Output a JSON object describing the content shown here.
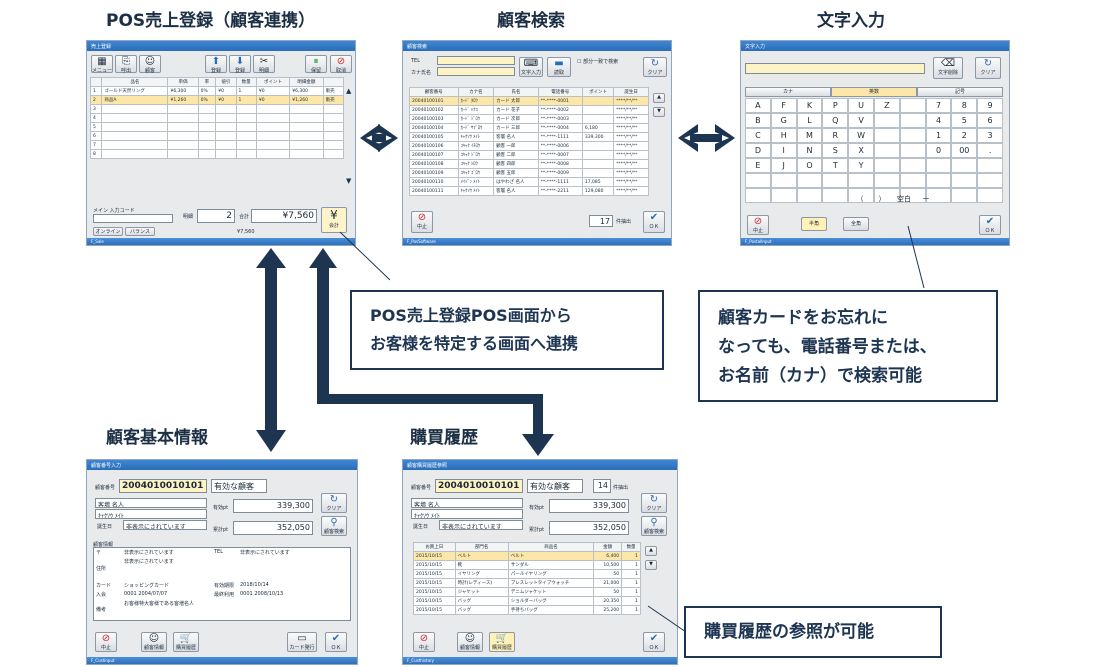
{
  "labels": {
    "pos_title": "POS売上登録（顧客連携）",
    "search_title": "顧客検索",
    "input_title": "文字入力",
    "basic_title": "顧客基本情報",
    "history_title": "購買履歴"
  },
  "callouts": {
    "pos": [
      "POS売上登録POS画面から",
      "お客様を特定する画面へ連携"
    ],
    "search": [
      "顧客カードをお忘れに",
      "なっても、電話番号または、",
      "お名前（カナ）で検索可能"
    ],
    "history": [
      "購買履歴の参照が可能"
    ]
  },
  "pos": {
    "title": "売上登録",
    "toolbar": [
      "メニュー",
      "呼出",
      "顧客",
      "登録",
      "登録",
      "明細",
      "保留",
      "取消"
    ],
    "headers": [
      "",
      "品名",
      "単価",
      "率",
      "値引",
      "数量",
      "ポイント",
      "明細金額",
      ""
    ],
    "rows": [
      {
        "no": "1",
        "name": "ゴールド天然リング",
        "price": "¥6,300",
        "rate": "0%",
        "disc": "¥0",
        "qty": "1",
        "pt": "¥0",
        "amount": "¥6,300",
        "flag": "販売"
      },
      {
        "no": "2",
        "name": "商品A",
        "price": "¥1,260",
        "rate": "0%",
        "disc": "¥0",
        "qty": "1",
        "pt": "¥0",
        "amount": "¥1,260",
        "flag": "販売"
      },
      {
        "no": "3"
      },
      {
        "no": "4"
      },
      {
        "no": "5"
      },
      {
        "no": "6"
      },
      {
        "no": "7"
      },
      {
        "no": "8"
      }
    ],
    "code_label": "メイン 入力コード",
    "count_label": "明細",
    "count": "2",
    "total_label": "合計",
    "total": "¥7,560",
    "checkout": "会計",
    "mode_online": "オンライン",
    "mode_balance": "バランス",
    "balance": "¥7,560",
    "status": "F_Sale"
  },
  "search": {
    "title": "顧客検索",
    "tel_label": "TEL",
    "kana_label": "カナ氏名",
    "btn_input": "文字入力",
    "btn_read": "読取",
    "check_label": "部分一致で検索",
    "btn_clear": "クリア",
    "headers": [
      "顧客番号",
      "カナ名",
      "氏名",
      "電話番号",
      "ポイント",
      "誕生日"
    ],
    "rows": [
      [
        "20040100101",
        "ｶｰﾄﾞ ﾀﾛｳ",
        "カード 太郎",
        "**-****-0001",
        "",
        "****/**/**"
      ],
      [
        "20040100102",
        "ｶｰﾄﾞ ﾊﾅｺ",
        "カード 花子",
        "**-****-0002",
        "",
        "****/**/**"
      ],
      [
        "20040100103",
        "ｶｰﾄﾞ ｼﾞﾛｳ",
        "カード 次郎",
        "**-****-0003",
        "",
        "****/**/**"
      ],
      [
        "20040100104",
        "ｶｰﾄﾞ ｻﾌﾞﾛｳ",
        "カード 三郎",
        "**-****-0004",
        "6,180",
        "****/**/**"
      ],
      [
        "20040100105",
        "ｷｬｸｿｳ ﾒｲﾄ",
        "客層 名人",
        "**-****-1111",
        "339,300",
        "****/**/**"
      ],
      [
        "20040100106",
        "ｺｷｬｸ ｲﾁﾛｳ",
        "顧客 一郎",
        "**-****-0006",
        "",
        "****/**/**"
      ],
      [
        "20040100107",
        "ｺｷｬｸ ｼﾞﾛｳ",
        "顧客 二郎",
        "**-****-0007",
        "",
        "****/**/**"
      ],
      [
        "20040100108",
        "ｺｷｬｸ ｼﾛｳ",
        "顧客 四郎",
        "**-****-0008",
        "",
        "****/**/**"
      ],
      [
        "20040100109",
        "ｺｷｬｸ ｺﾞﾛｳ",
        "顧客 五郎",
        "**-****-0009",
        "",
        "****/**/**"
      ],
      [
        "20040100110",
        "ﾒｲｼﾞﾝ ﾒｲﾄ",
        "はやわざ 名人",
        "**-****-1111",
        "17,085",
        "****/**/**"
      ],
      [
        "20040100111",
        "ｷｬｸｿｳ ﾒｲﾄ",
        "客層 名人",
        "**-****-2211",
        "129,080",
        "****/**/**"
      ]
    ],
    "count": "17",
    "count_label": "件抽出",
    "btn_cancel": "中止",
    "btn_ok": "ＯＫ",
    "status": "F_PosSoftware"
  },
  "input": {
    "title": "文字入力",
    "btn_delete": "文字削除",
    "btn_clear": "クリア",
    "tabs": [
      "カナ",
      "英数",
      "記号"
    ],
    "keys": [
      [
        "A",
        "F",
        "K",
        "P",
        "U",
        "Z",
        "",
        "7",
        "8",
        "9"
      ],
      [
        "B",
        "G",
        "L",
        "Q",
        "V",
        "",
        "",
        "4",
        "5",
        "6"
      ],
      [
        "C",
        "H",
        "M",
        "R",
        "W",
        "",
        "",
        "1",
        "2",
        "3"
      ],
      [
        "D",
        "I",
        "N",
        "S",
        "X",
        "",
        "",
        "0",
        "00",
        "."
      ],
      [
        "E",
        "J",
        "O",
        "T",
        "Y",
        "",
        "",
        "",
        "",
        ""
      ]
    ],
    "bottom_keys": [
      "（",
      "）",
      "空白",
      "ー"
    ],
    "btn_cancel": "中止",
    "btn_half": "半角",
    "btn_full": "全角",
    "btn_ok": "ＯＫ",
    "status": "F_PostalInput"
  },
  "basic": {
    "title": "顧客番号入力",
    "no_label": "顧客番号",
    "no": "2004010010101",
    "valid": "有効な顧客",
    "name": "客増 名人",
    "kana": "ｷｬｸｿｳ ﾒｲﾄ",
    "birth_label": "誕生日",
    "birth": "非表示にされています",
    "points_label": "有効pt",
    "points": "339,300",
    "total_label": "累計pt",
    "total": "352,050",
    "btn_clear": "クリア",
    "btn_search": "顧客検索",
    "info_label": "顧客情報",
    "zip_label": "〒",
    "zip": "非表示にされています",
    "tel_label": "TEL",
    "tel": "非表示にされています",
    "addr_label": "住所",
    "addr": "非表示にされています",
    "card_label": "カード",
    "card": "ショッピングカード",
    "expire_label": "有効期限",
    "expire": "2018/10/14",
    "join_label": "入会",
    "join": "0001  2004/07/07",
    "last_label": "最終利用",
    "last": "0001  2008/10/13",
    "note_label": "備考",
    "note": "お客様特大客様である客増名人",
    "btn_cancel": "中止",
    "btn_info": "顧客情報",
    "btn_history": "購買履歴",
    "btn_card": "カード発行",
    "btn_ok": "ＯＫ",
    "status": "F_Custinput"
  },
  "history": {
    "title": "顧客購買履歴参照",
    "no_label": "顧客番号",
    "no": "2004010010101",
    "valid": "有効な顧客",
    "count": "14",
    "count_label": "件抽出",
    "name": "客増 名人",
    "kana": "ｷｬｸｿｳ ﾒｲﾄ",
    "birth_label": "誕生日",
    "birth": "非表示にされています",
    "points_label": "有効pt",
    "points": "339,300",
    "total_label": "累計pt",
    "total": "352,050",
    "btn_clear": "クリア",
    "btn_search": "顧客検索",
    "headers": [
      "お買上日",
      "部門名",
      "商品名",
      "金額",
      "数量"
    ],
    "rows": [
      [
        "2015/10/15",
        "ベルト",
        "ベルト",
        "6,400",
        "1"
      ],
      [
        "2015/10/15",
        "靴",
        "サンダル",
        "10,500",
        "1"
      ],
      [
        "2015/10/15",
        "イヤリング",
        "パールイヤリング",
        "50",
        "1"
      ],
      [
        "2015/10/15",
        "時計(レディース)",
        "ブレスレットタイプウォッチ",
        "21,000",
        "1"
      ],
      [
        "2015/10/15",
        "ジャケット",
        "デニムジャケット",
        "50",
        "1"
      ],
      [
        "2015/10/15",
        "バッグ",
        "ショルダーバッグ",
        "20,350",
        "1"
      ],
      [
        "2015/10/15",
        "バッグ",
        "手持ちバッグ",
        "25,200",
        "1"
      ]
    ],
    "btn_cancel": "中止",
    "btn_info": "顧客情報",
    "btn_history": "購買履歴",
    "btn_ok": "ＯＫ",
    "status": "F_Custhistory"
  }
}
